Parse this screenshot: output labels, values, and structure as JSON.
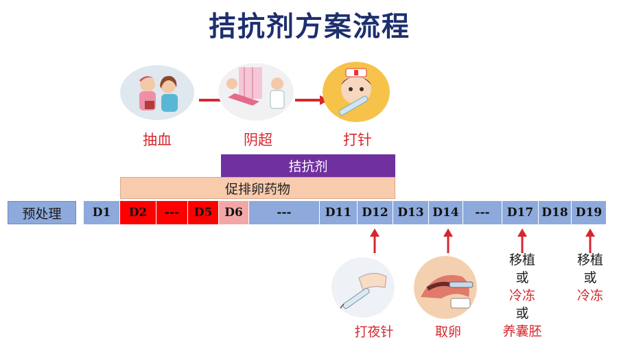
{
  "title": "拮抗剂方案流程",
  "steps": [
    {
      "label": "抽血",
      "icon": "blood-draw-illustration"
    },
    {
      "label": "阴超",
      "icon": "ultrasound-illustration"
    },
    {
      "label": "打针",
      "icon": "nurse-injection-illustration"
    }
  ],
  "bars": {
    "antagonist": "拮抗剂",
    "ovulation_drugs": "促排卵药物"
  },
  "pretreatment": "预处理",
  "timeline": [
    "D1",
    "D2",
    "---",
    "D5",
    "D6",
    "---",
    "D11",
    "D12",
    "D13",
    "D14",
    "---",
    "D17",
    "D18",
    "D19"
  ],
  "events": [
    {
      "day": "D12",
      "lines": [
        "打夜针"
      ]
    },
    {
      "day": "D14",
      "lines": [
        "取卵"
      ]
    },
    {
      "day": "D17",
      "lines": [
        "移植",
        "或",
        "冷冻",
        "或",
        "养囊胚"
      ]
    },
    {
      "day": "D19",
      "lines": [
        "移植",
        "或",
        "冷冻"
      ]
    }
  ],
  "colors": {
    "title": "#1d2f6f",
    "accent_red": "#d6272d",
    "purple": "#7030a0",
    "peach": "#f8cbad",
    "timeline_blue": "#8ea9db",
    "highlight_red": "#ff0000"
  }
}
